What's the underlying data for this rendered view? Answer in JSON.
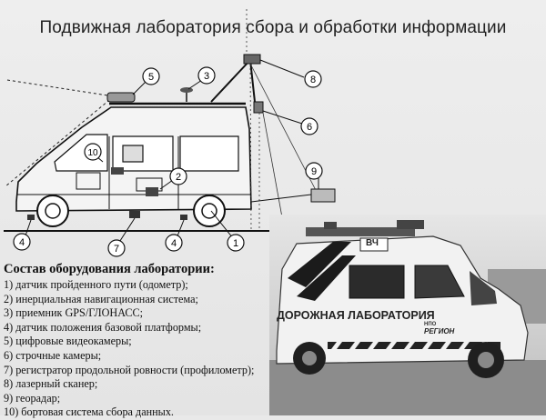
{
  "title": "Подвижная лаборатория сбора и обработки информации",
  "callouts": [
    "1",
    "2",
    "3",
    "4",
    "4",
    "5",
    "6",
    "7",
    "8",
    "9",
    "10"
  ],
  "legend": {
    "heading": "Состав оборудования лаборатории:",
    "items": [
      "1) датчик пройденного пути (одометр);",
      "2) инерциальная навигационная система;",
      "3) приемник GPS/ГЛОНАСС;",
      "4) датчик положения базовой платформы;",
      "5) цифровые видеокамеры;",
      "6) строчные камеры;",
      "7) регистратор продольной ровности (профилометр);",
      "8) лазерный сканер;",
      "9) георадар;",
      "10) бортовая система сбора данных."
    ]
  },
  "photo": {
    "side_label": "ДОРОЖНАЯ ЛАБОРАТОРИЯ",
    "brand_small": "НПО",
    "brand": "РЕГИОН",
    "logo_mark": "ВЧ"
  }
}
